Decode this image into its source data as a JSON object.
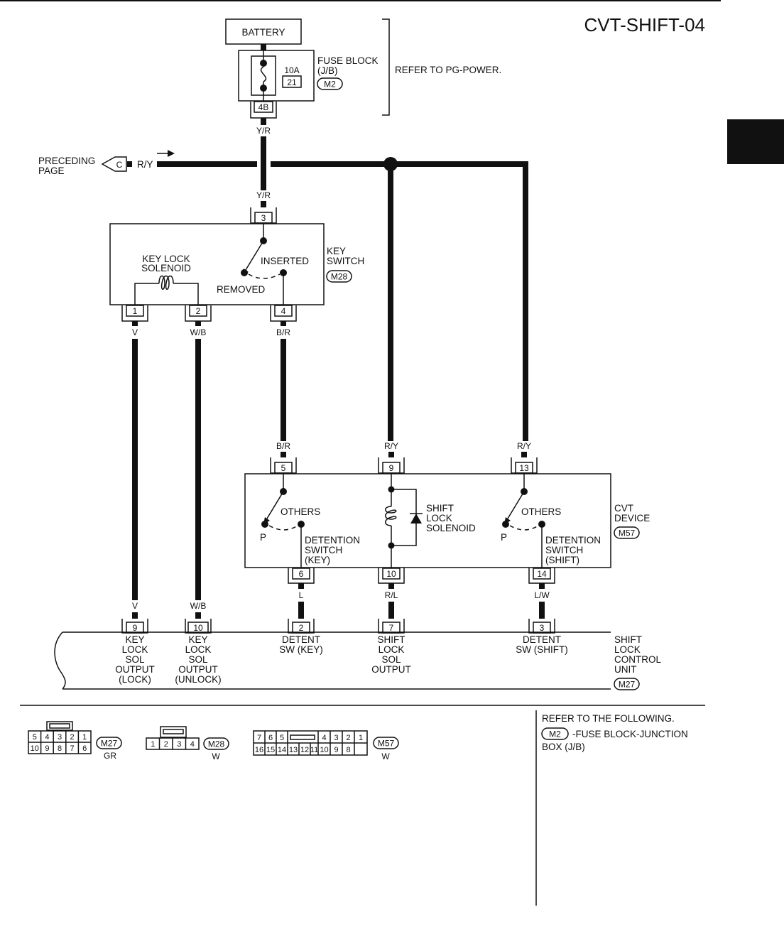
{
  "title": "CVT-SHIFT-04",
  "battery": {
    "label": "BATTERY"
  },
  "fuse_block": {
    "line1": "FUSE BLOCK",
    "line2": "(J/B)",
    "connector": "M2",
    "amps": "10A",
    "number": "21",
    "terminal": "4B"
  },
  "refer_power": "REFER TO PG-POWER.",
  "preceding_page": {
    "line1": "PRECEDING",
    "line2": "PAGE",
    "connector_letter": "C",
    "wire_color": "R/Y"
  },
  "wires": {
    "fuse_out": "Y/R",
    "key_switch_in": "Y/R",
    "ks1": "V",
    "ks2": "W/B",
    "ks4": "B/R",
    "cvt5": "B/R",
    "cvt9": "R/Y",
    "cvt13": "R/Y",
    "cvt6": "L",
    "cvt10": "R/L",
    "cvt14": "L/W",
    "u9": "V",
    "u10": "W/B"
  },
  "key_switch": {
    "name_line1": "KEY",
    "name_line2": "SWITCH",
    "connector": "M28",
    "solenoid_line1": "KEY LOCK",
    "solenoid_line2": "SOLENOID",
    "inserted": "INSERTED",
    "removed": "REMOVED",
    "pins": {
      "p3": "3",
      "p1": "1",
      "p2": "2",
      "p4": "4"
    }
  },
  "cvt_device": {
    "name_line1": "CVT",
    "name_line2": "DEVICE",
    "connector": "M57",
    "others_left": "OTHERS",
    "others_right": "OTHERS",
    "p_left": "P",
    "p_right": "P",
    "det_key": [
      "DETENTION",
      "SWITCH",
      "(KEY)"
    ],
    "det_shift": [
      "DETENTION",
      "SWITCH",
      "(SHIFT)"
    ],
    "solenoid": [
      "SHIFT",
      "LOCK",
      "SOLENOID"
    ],
    "pins": {
      "p5": "5",
      "p9": "9",
      "p13": "13",
      "p6": "6",
      "p10": "10",
      "p14": "14"
    }
  },
  "control_unit": {
    "name": [
      "SHIFT",
      "LOCK",
      "CONTROL",
      "UNIT"
    ],
    "connector": "M27",
    "pins": {
      "p9": "9",
      "p10": "10",
      "p2": "2",
      "p7": "7",
      "p3": "3"
    },
    "t9": [
      "KEY",
      "LOCK",
      "SOL",
      "OUTPUT",
      "(LOCK)"
    ],
    "t10": [
      "KEY",
      "LOCK",
      "SOL",
      "OUTPUT",
      "(UNLOCK)"
    ],
    "t2": [
      "DETENT",
      "SW (KEY)"
    ],
    "t7": [
      "SHIFT",
      "LOCK",
      "SOL",
      "OUTPUT"
    ],
    "t3": [
      "DETENT",
      "SW (SHIFT)"
    ]
  },
  "connectors": {
    "m27": {
      "id": "M27",
      "color": "GR",
      "top": [
        "5",
        "4",
        "3",
        "2",
        "1"
      ],
      "bottom": [
        "10",
        "9",
        "8",
        "7",
        "6"
      ]
    },
    "m28": {
      "id": "M28",
      "color": "W",
      "pins": [
        "1",
        "2",
        "3",
        "4"
      ]
    },
    "m57": {
      "id": "M57",
      "color": "W",
      "top_left": [
        "7",
        "6",
        "5"
      ],
      "top_right": [
        "4",
        "3",
        "2",
        "1"
      ],
      "bottom": [
        "16",
        "15",
        "14",
        "13",
        "12",
        "11",
        "10",
        "9",
        "8"
      ]
    }
  },
  "refer_following": {
    "line1": "REFER TO THE FOLLOWING.",
    "connector": "M2",
    "line2": "-FUSE BLOCK-JUNCTION",
    "line3": "BOX (J/B)"
  }
}
